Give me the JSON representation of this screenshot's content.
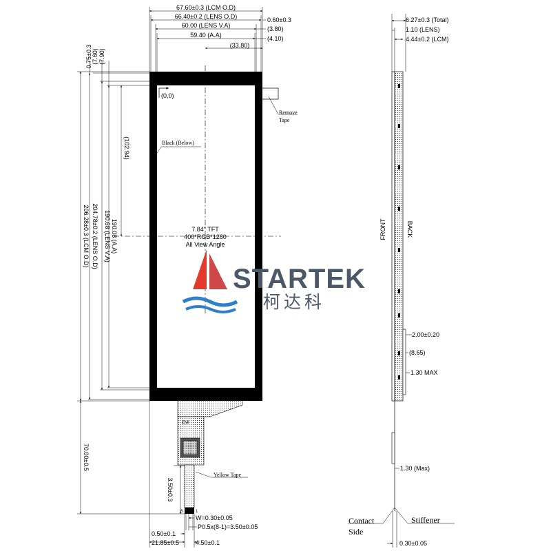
{
  "top_dims": {
    "lcm_od": "67.60±0.3 (LCM O.D)",
    "lens_od": "66.40±0.2 (LENS O.D)",
    "lens_va": "60.00 (LENS V.A)",
    "aa": "59.40  (A.A)",
    "offset_lcm": "0.60±0.3",
    "offset_380": "(3.80)",
    "offset_410": "(4.10)",
    "center": "(33.80)"
  },
  "left_dims": {
    "d075": "0.75±0.3",
    "d790": "(7.90)",
    "d760": "(7.60)",
    "d10294": "(102.94)",
    "d19008": "190.08  (A.A)",
    "d19068": "190.68 (LENS V.A)",
    "d20478": "204.78±0.2 (LENS O.D)",
    "d20628": "206.28±0.3 (LCM O.D)",
    "d7000": "70.00±0.5",
    "d350": "3.50±0.3"
  },
  "labels": {
    "origin": "(0,0)",
    "remove_tape": [
      "Remove",
      "Tape"
    ],
    "black_below": "Black (Below)",
    "panel": [
      "7.84\" TFT",
      "400*RGB*1280",
      "All View Angle"
    ],
    "emi": "EMI",
    "yellow_tape": "Yellow Tape",
    "pin_8": "8",
    "pin_1": "1"
  },
  "bottom_dims": {
    "w": "W=0.30±0.05",
    "pitch": "P0.5x(8-1)=3.50±0.05",
    "d050": "0.50±0.1",
    "d2185": "21.85±0.5",
    "d450": "4.50±0.1"
  },
  "side_view": {
    "total": "6.27±0.3 (Total)",
    "lens": "1.10  (LENS)",
    "lcm": "4.44±0.2 (LCM)",
    "front": "FRONT",
    "back": "BACK",
    "d200": "2.00±0.20",
    "d865": "(8.65)",
    "d130max": "1.30 MAX",
    "d130": "1.30 (Max)",
    "contact": [
      "Contact",
      "Side"
    ],
    "stiffener": "Stiffener",
    "d030": "0.30±0.05"
  },
  "logo": {
    "brand": "STARTEK",
    "chinese": "柯达科",
    "colors": {
      "red": "#e23b2e",
      "blue": "#2c7fc8",
      "text": "#4a5868"
    }
  }
}
